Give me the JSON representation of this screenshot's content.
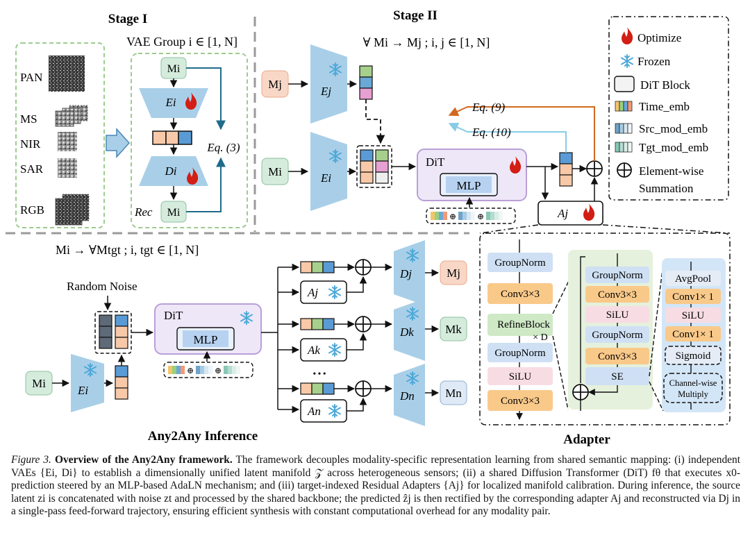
{
  "stage1": {
    "title": "Stage I",
    "vae_group": "VAE Group i ∈ [1, N]",
    "inputs": [
      "PAN",
      "MS",
      "NIR",
      "SAR",
      "RGB"
    ],
    "modality_in": "Mi",
    "encoder": "Ei",
    "decoder": "Di",
    "rec_label": "Rec",
    "modality_out": "Mi",
    "equation": "Eq. (3)"
  },
  "stage2": {
    "title": "Stage II",
    "formula": "∀ Mi → Mj ; i, j ∈ [1, N]",
    "modality_j": "Mj",
    "encoder_j": "Ej",
    "modality_i": "Mi",
    "encoder_i": "Ei",
    "dit": "DiT",
    "mlp": "MLP",
    "eq9": "Eq. (9)",
    "eq10": "Eq. (10)",
    "adapter": "Aj"
  },
  "legend": {
    "optimize": "Optimize",
    "frozen": "Frozen",
    "dit_block": "DiT Block",
    "time_emb": "Time_emb",
    "src_mod_emb": "Src_mod_emb",
    "tgt_mod_emb": "Tgt_mod_emb",
    "element_wise": "Element-wise",
    "summation": "Summation"
  },
  "inference": {
    "formula": "Mi → ∀Mtgt ; i, tgt ∈ [1, N]",
    "random_noise": "Random Noise",
    "modality_i": "Mi",
    "encoder_i": "Ei",
    "dit": "DiT",
    "mlp": "MLP",
    "adapters": [
      "Aj",
      "Ak",
      "An"
    ],
    "decoders": [
      "Dj",
      "Dk",
      "Dn"
    ],
    "outputs": [
      "Mj",
      "Mk",
      "Mn"
    ],
    "dots": "• • •",
    "title": "Any2Any Inference"
  },
  "adapter": {
    "title": "Adapter",
    "col1": [
      "GroupNorm",
      "Conv3×3",
      "RefineBlock",
      "GroupNorm",
      "SiLU",
      "Conv3×3"
    ],
    "times_d": "× D",
    "col2": [
      "GroupNorm",
      "Conv3×3",
      "SiLU",
      "GroupNorm",
      "Conv3×3",
      "SE"
    ],
    "col3": [
      "AvgPool",
      "Conv1× 1",
      "SiLU",
      "Conv1× 1",
      "Sigmoid",
      "Channel-wise",
      "Multiply"
    ]
  },
  "colors": {
    "time_emb": [
      "#f3c56b",
      "#9ad07c",
      "#6aa8d8",
      "#f29a77"
    ],
    "src_mod_emb": [
      "#6fa3c9",
      "#a9cbe3",
      "#d7e7f2",
      "#eef5fa"
    ],
    "tgt_mod_emb": [
      "#88c7b5",
      "#b5dcd0",
      "#d9eee7",
      "#eef7f3"
    ],
    "latent_blue": "#5b9bd5",
    "latent_peach": "#f8c9a8",
    "latent_pink": "#e6a0d2",
    "encoder_blue": "#a9cfe8",
    "modality_green": "#d5ecdd",
    "modality_peach": "#f8d7c7",
    "dit_fill": "#eee7f8",
    "dit_stroke": "#b99fd8",
    "mlp_fill": "#cfe2f7",
    "arrow_orange": "#d2691e",
    "arrow_lightblue": "#86cbe8",
    "arrow_teal": "#1f6b8a",
    "flame": "#d21e14",
    "snow": "#4ea9d8"
  },
  "caption": {
    "label": "Figure 3.",
    "title": "Overview of the Any2Any framework.",
    "text": "The framework decouples modality-specific representation learning from shared semantic mapping: (i) independent VAEs {Ei, Di} to establish a dimensionally unified latent manifold 𝒵 across heterogeneous sensors; (ii) a shared Diffusion Transformer (DiT) fθ that executes x0-prediction steered by an MLP-based AdaLN mechanism; and (iii) target-indexed Residual Adapters {Aj} for localized manifold calibration. During inference, the source latent zi is concatenated with noise zt and processed by the shared backbone; the predicted ẑj is then rectified by the corresponding adapter Aj and reconstructed via Dj in a single-pass feed-forward trajectory, ensuring efficient synthesis with constant computational overhead for any modality pair."
  }
}
